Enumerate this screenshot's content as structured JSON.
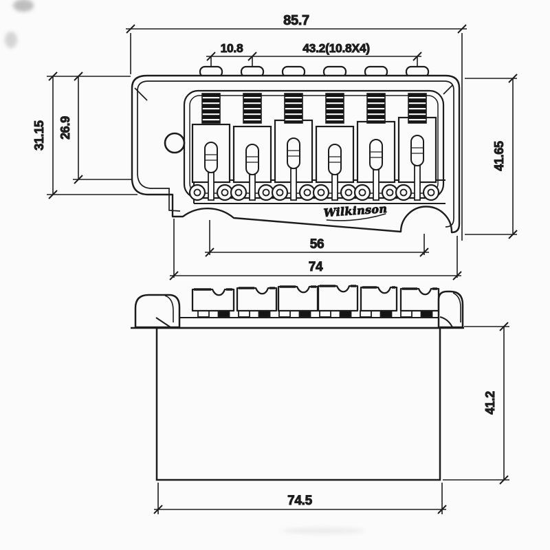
{
  "drawing": {
    "type": "technical-dimension-drawing",
    "subject": "guitar tremolo bridge (two orthographic views)",
    "background_color": "#fbfbfb",
    "line_color": "#1c1c1c",
    "logo_text": "Wilkinson",
    "top_view": {
      "dim_overall_width": "85.7",
      "dim_screw_pitch": "10.8",
      "dim_screw_span": "43.2(10.8X4)",
      "dim_height_outer": "31.15",
      "dim_height_inner": "26.9",
      "dim_height_right": "41.65",
      "dim_stud_spacing": "56",
      "dim_base_width": "74"
    },
    "front_view": {
      "dim_block_height": "41.2",
      "dim_block_width": "74.5"
    }
  }
}
